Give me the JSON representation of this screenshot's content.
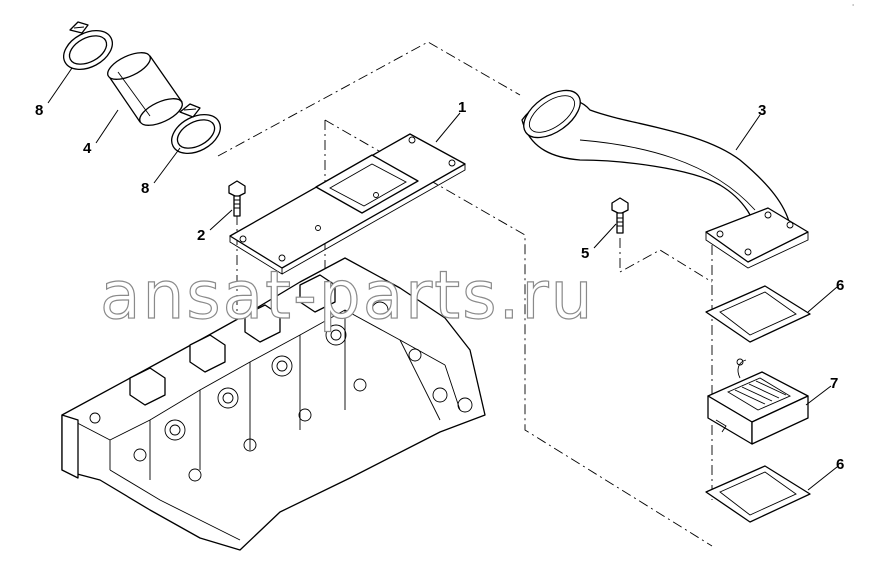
{
  "watermark": "ansat-parts.ru",
  "corner_mark": "°",
  "callouts": {
    "c1": "1",
    "c2": "2",
    "c3": "3",
    "c4": "4",
    "c5": "5",
    "c6a": "6",
    "c6b": "6",
    "c7": "7",
    "c8a": "8",
    "c8b": "8"
  },
  "colors": {
    "line": "#000000",
    "watermark_stroke": "#8a8a8a",
    "background": "#ffffff"
  }
}
